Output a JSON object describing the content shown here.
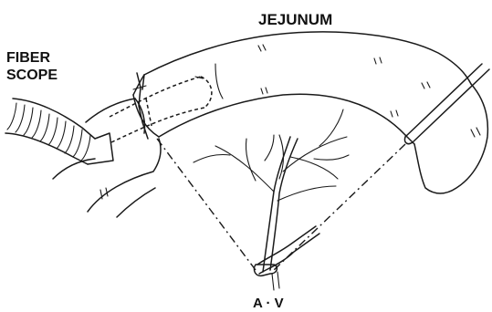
{
  "labels": {
    "jejunum": "JEJUNUM",
    "fiberscope_line1": "FIBER",
    "fiberscope_line2": "SCOPE",
    "vessels": "A · V"
  },
  "colors": {
    "ink": "#1a1a1a",
    "background": "#ffffff"
  }
}
